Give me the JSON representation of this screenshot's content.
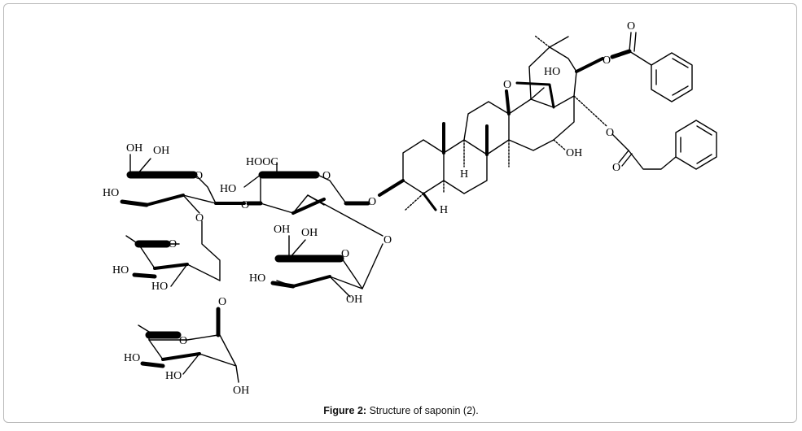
{
  "caption": {
    "label": "Figure 2:",
    "text": "Structure of saponin (2)."
  },
  "labels": {
    "o_carbonyl_benzoyl": "O",
    "ho_top": "HO",
    "o_ether_bridge": "O",
    "o_benzoyl_ester": "O",
    "oh_c16": "OH",
    "o_phenylpropanoyl_ester": "O",
    "o_carbonyl_phenylpropanoyl": "O",
    "h_c9": "H",
    "h_c5": "H",
    "o_c3_glycoside": "O",
    "hooc": "HOOC",
    "o_glca_ring": "O",
    "ho_glca": "HO",
    "o_glca_link": "O",
    "o_glca_glc_link": "O",
    "oh_glc_a": "OH",
    "oh_glc_b": "OH",
    "o_glc_ring": "O",
    "ho_glc": "HO",
    "oh_glc_bottom": "OH",
    "oh_gal_a": "OH",
    "oh_gal_b": "OH",
    "o_gal_ring": "O",
    "ho_gal": "HO",
    "o_gal_rha_link": "O",
    "o_rha1_ring": "O",
    "ho_rha1_a": "HO",
    "ho_rha1_b": "HO",
    "o_rha1_link": "O",
    "o_rha2_ring": "O",
    "ho_rha2_a": "HO",
    "ho_rha2_b": "HO",
    "oh_rha2": "OH"
  }
}
